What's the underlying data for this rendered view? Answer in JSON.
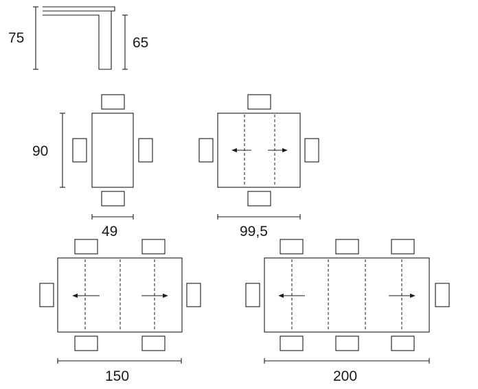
{
  "dimensions": {
    "side_height": "75",
    "leg_height": "65",
    "depth": "90",
    "closed_width": "49",
    "extended_width_1": "99,5",
    "extended_width_2": "150",
    "extended_width_3": "200"
  },
  "icons": {
    "extend_left": "arrow-left-icon",
    "extend_right": "arrow-right-icon",
    "chair": "chair-icon"
  }
}
